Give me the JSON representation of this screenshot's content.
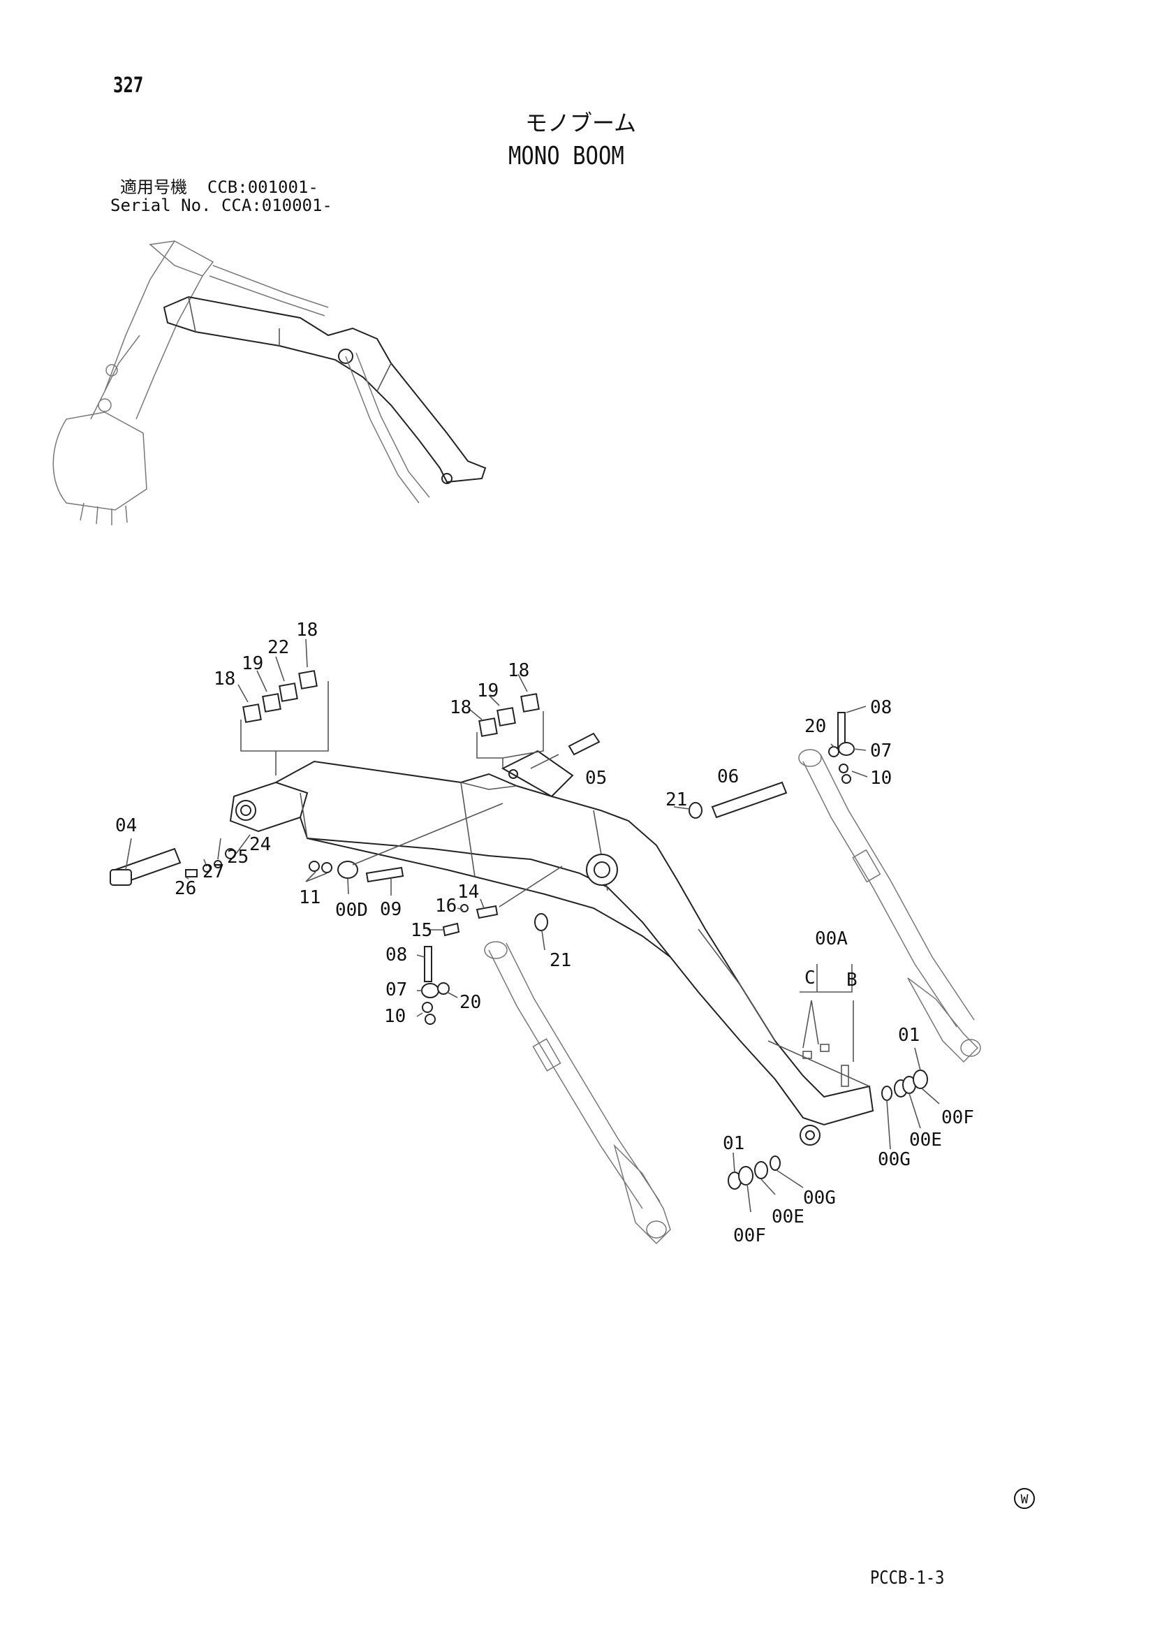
{
  "header": {
    "page_number": "327",
    "title_jp": "モノブーム",
    "title_en": "MONO BOOM",
    "serial_jp": "適用号機  CCB:001001-",
    "serial_en": "Serial No. CCA:010001-"
  },
  "footer": {
    "copyright_mark": "W",
    "page_code": "PCCB-1-3"
  },
  "callouts": {
    "c18a": "18",
    "c19a": "19",
    "c22": "22",
    "c18b": "18",
    "c18c": "18",
    "c19b": "19",
    "c18d": "18",
    "c08a": "08",
    "c20a": "20",
    "c07a": "07",
    "c10a": "10",
    "c05": "05",
    "c06": "06",
    "c21a": "21",
    "c04": "04",
    "c26": "26",
    "c27": "27",
    "c25": "25",
    "c24": "24",
    "c11": "11",
    "c00D": "00D",
    "c09": "09",
    "c16": "16",
    "c14": "14",
    "c15": "15",
    "c21b": "21",
    "c08b": "08",
    "c07b": "07",
    "c20b": "20",
    "c10b": "10",
    "c00A": "00A",
    "cC": "C",
    "cB": "B",
    "c01a": "01",
    "c00Fa": "00F",
    "c00Ea": "00E",
    "c00Ga": "00G",
    "c01b": "01",
    "c00Gb": "00G",
    "c00Eb": "00E",
    "c00Fb": "00F"
  }
}
